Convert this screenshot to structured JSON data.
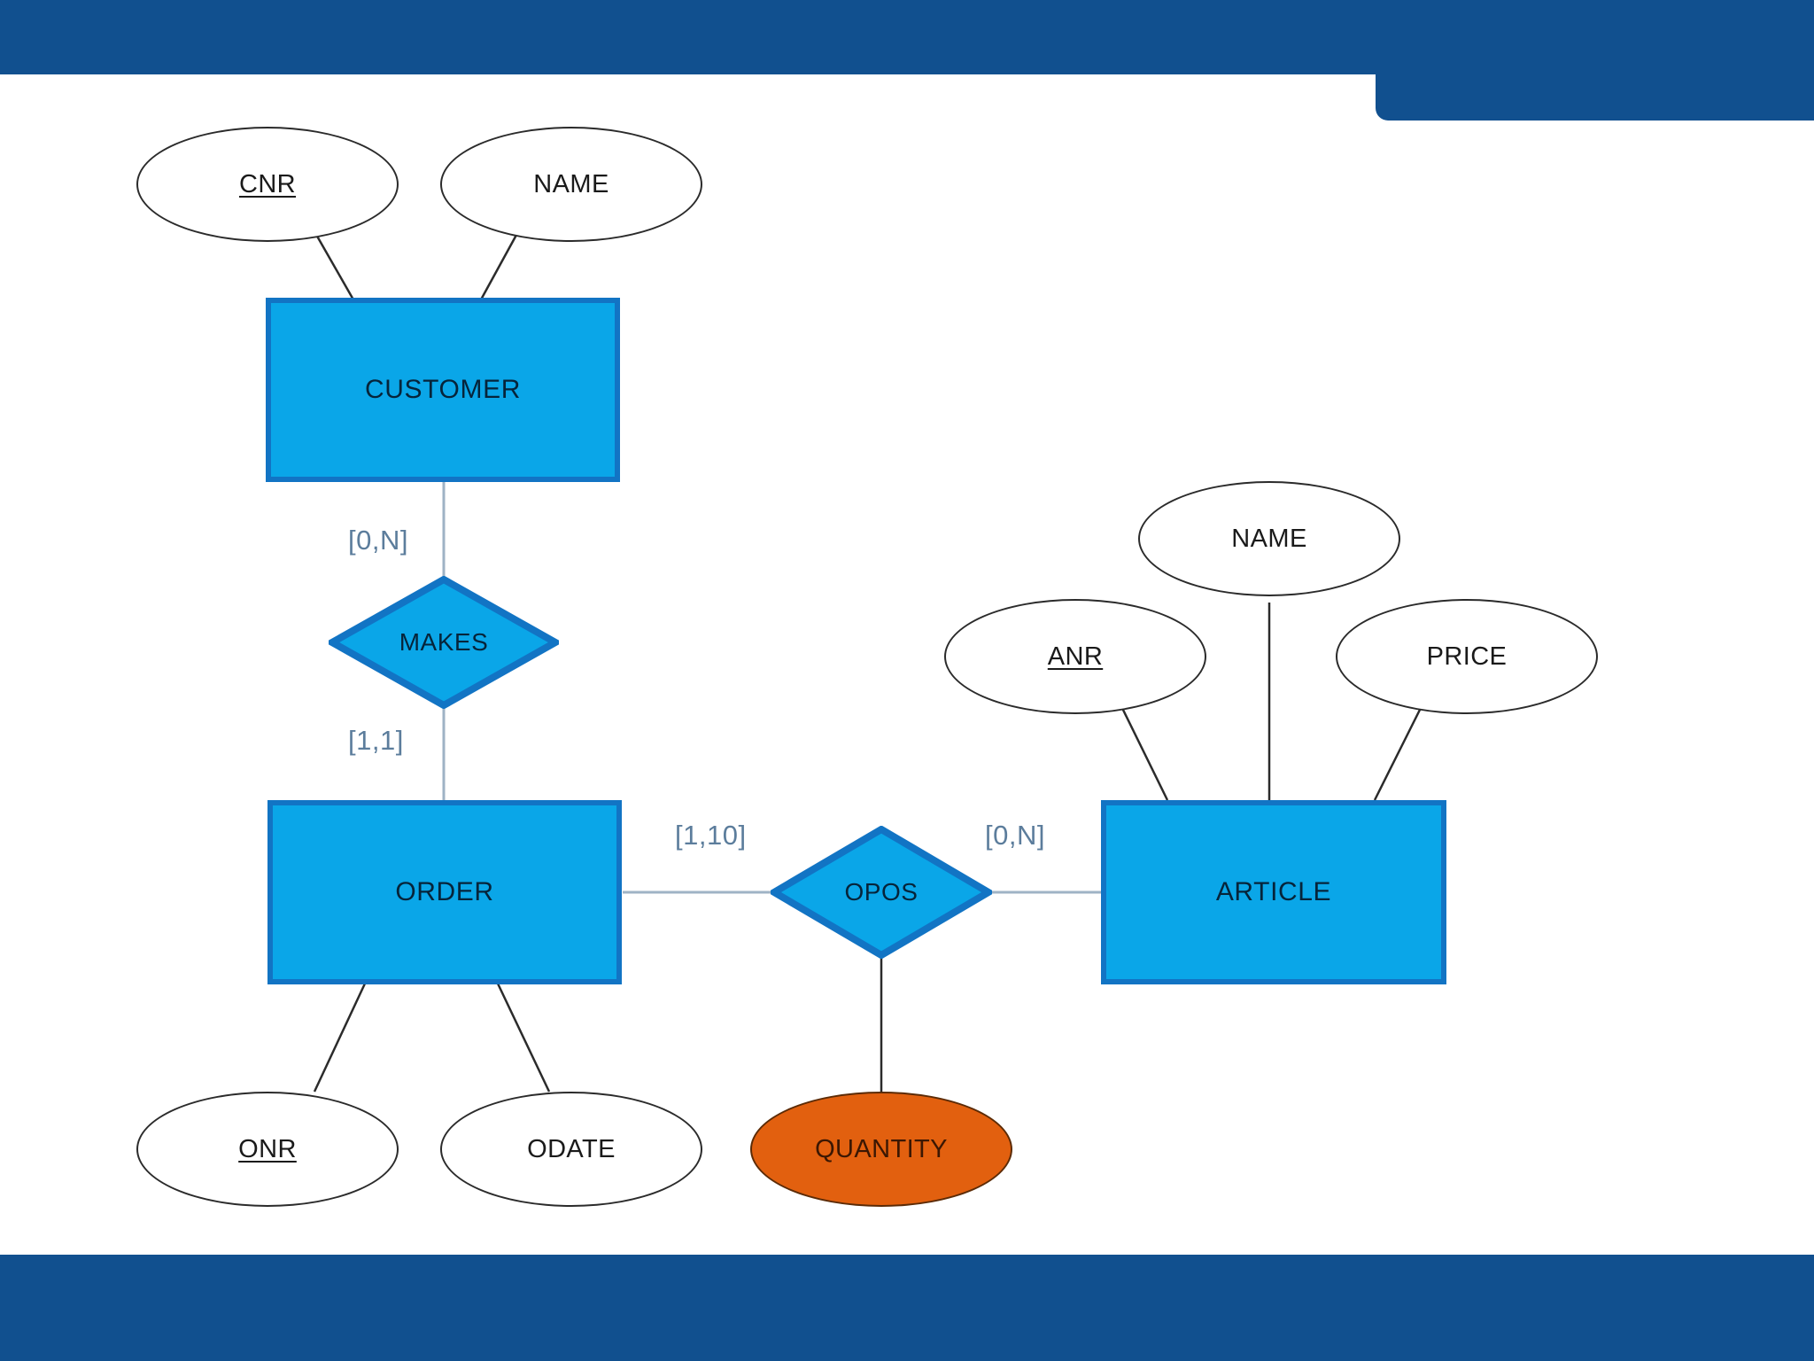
{
  "slide": {
    "background_color": "#ffffff",
    "banner_color": "#11508f"
  },
  "theme": {
    "entity_fill": "#0aa6e8",
    "entity_border": "#1274c4",
    "relationship_fill": "#0aa6e8",
    "relationship_border": "#1274c4",
    "attribute_fill": "#ffffff",
    "attribute_border": "#2b2b2b",
    "accent_attribute_fill": "#e2600f",
    "cardinality_color": "#5c7d9c",
    "edge_color": "#7a8fa3"
  },
  "diagram": {
    "type": "entity-relationship-diagram",
    "notation": "min-max (Chen style)",
    "entities": [
      {
        "id": "customer",
        "label": "CUSTOMER"
      },
      {
        "id": "order",
        "label": "ORDER"
      },
      {
        "id": "article",
        "label": "ARTICLE"
      }
    ],
    "relationships": [
      {
        "id": "makes",
        "label": "MAKES"
      },
      {
        "id": "opos",
        "label": "OPOS"
      }
    ],
    "attributes": [
      {
        "id": "cnr",
        "label": "CNR",
        "owner": "customer",
        "key": true,
        "accent": false
      },
      {
        "id": "customer-name",
        "label": "NAME",
        "owner": "customer",
        "key": false,
        "accent": false
      },
      {
        "id": "onr",
        "label": "ONR",
        "owner": "order",
        "key": true,
        "accent": false
      },
      {
        "id": "odate",
        "label": "ODATE",
        "owner": "order",
        "key": false,
        "accent": false
      },
      {
        "id": "anr",
        "label": "ANR",
        "owner": "article",
        "key": true,
        "accent": false
      },
      {
        "id": "article-name",
        "label": "NAME",
        "owner": "article",
        "key": false,
        "accent": false
      },
      {
        "id": "price",
        "label": "PRICE",
        "owner": "article",
        "key": false,
        "accent": false
      },
      {
        "id": "quantity",
        "label": "QUANTITY",
        "owner": "opos",
        "key": false,
        "accent": true
      }
    ],
    "cardinalities": [
      {
        "id": "customer-makes",
        "label": "[0,N]",
        "from": "customer",
        "to": "makes"
      },
      {
        "id": "makes-order",
        "label": "[1,1]",
        "from": "makes",
        "to": "order"
      },
      {
        "id": "order-opos",
        "label": "[1,10]",
        "from": "order",
        "to": "opos"
      },
      {
        "id": "opos-article",
        "label": "[0,N]",
        "from": "opos",
        "to": "article"
      }
    ]
  }
}
